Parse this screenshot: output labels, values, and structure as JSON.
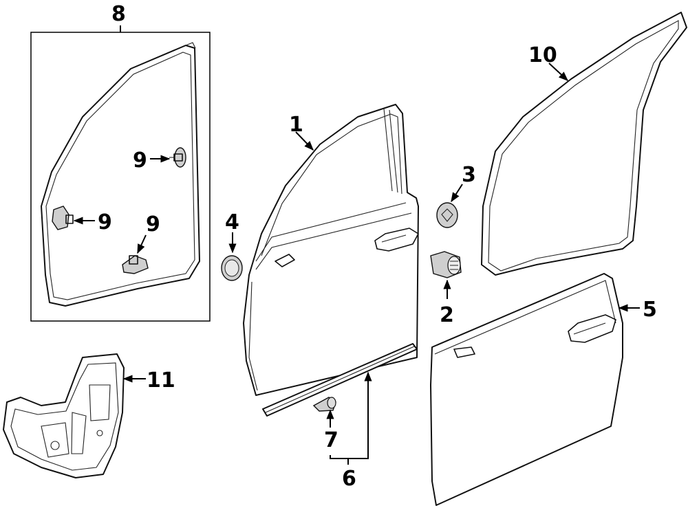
{
  "callouts": {
    "c1": "1",
    "c2": "2",
    "c3": "3",
    "c4": "4",
    "c5": "5",
    "c6": "6",
    "c7": "7",
    "c8": "8",
    "c9a": "9",
    "c9b": "9",
    "c9c": "9",
    "c10": "10",
    "c11": "11"
  },
  "colors": {
    "line": "#000000",
    "background": "#ffffff",
    "fill": "#ffffff"
  }
}
